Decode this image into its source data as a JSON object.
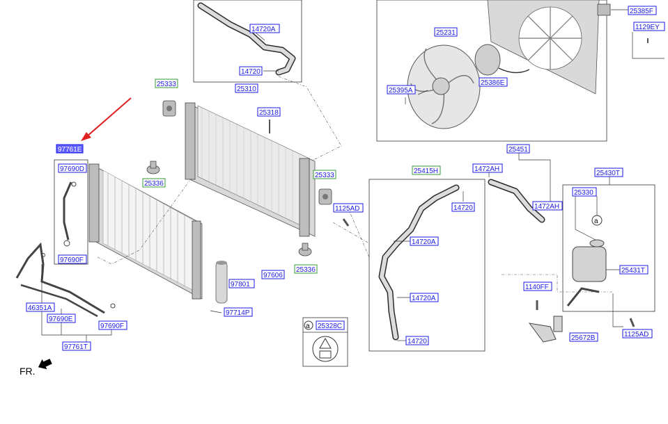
{
  "labels": {
    "l97761E": "97761E",
    "l97690D": "97690D",
    "l97690F_a": "97690F",
    "l46351A": "46351A",
    "l97690E": "97690E",
    "l97690F_b": "97690F",
    "l97761T": "97761T",
    "l25333_a": "25333",
    "l25336_a": "25336",
    "l25310": "25310",
    "l25318": "25318",
    "l14720A_top": "14720A",
    "l14720_top": "14720",
    "l25333_b": "25333",
    "l25336_b": "25336",
    "l1125AD_a": "1125AD",
    "l97606": "97606",
    "l97801": "97801",
    "l97714P": "97714P",
    "l25328C": "25328C",
    "l25231": "25231",
    "l25395A": "25395A",
    "l25386E": "25386E",
    "l25385F": "25385F",
    "l1129EY": "1129EY",
    "l25415H": "25415H",
    "l14720_r1": "14720",
    "l14720A_r1": "14720A",
    "l14720A_r2": "14720A",
    "l14720_r2": "14720",
    "l25451": "25451",
    "l1472AH_a": "1472AH",
    "l1472AH_b": "1472AH",
    "l25430T": "25430T",
    "l25330": "25330",
    "l25431T": "25431T",
    "l1140FF": "1140FF",
    "l25672B": "25672B",
    "l1125AD_b": "1125AD"
  },
  "callout_letter": "a",
  "direction_label": "FR.",
  "colors": {
    "label_text": "#1a1ae6",
    "highlight_fill": "#5d5dff",
    "pointer_arrow": "#e02020",
    "green_frame": "#3a9a3a"
  },
  "icons": [
    "front-direction-arrow-icon",
    "red-pointer-arrow-icon",
    "coolant-cap-warning-icon"
  ]
}
